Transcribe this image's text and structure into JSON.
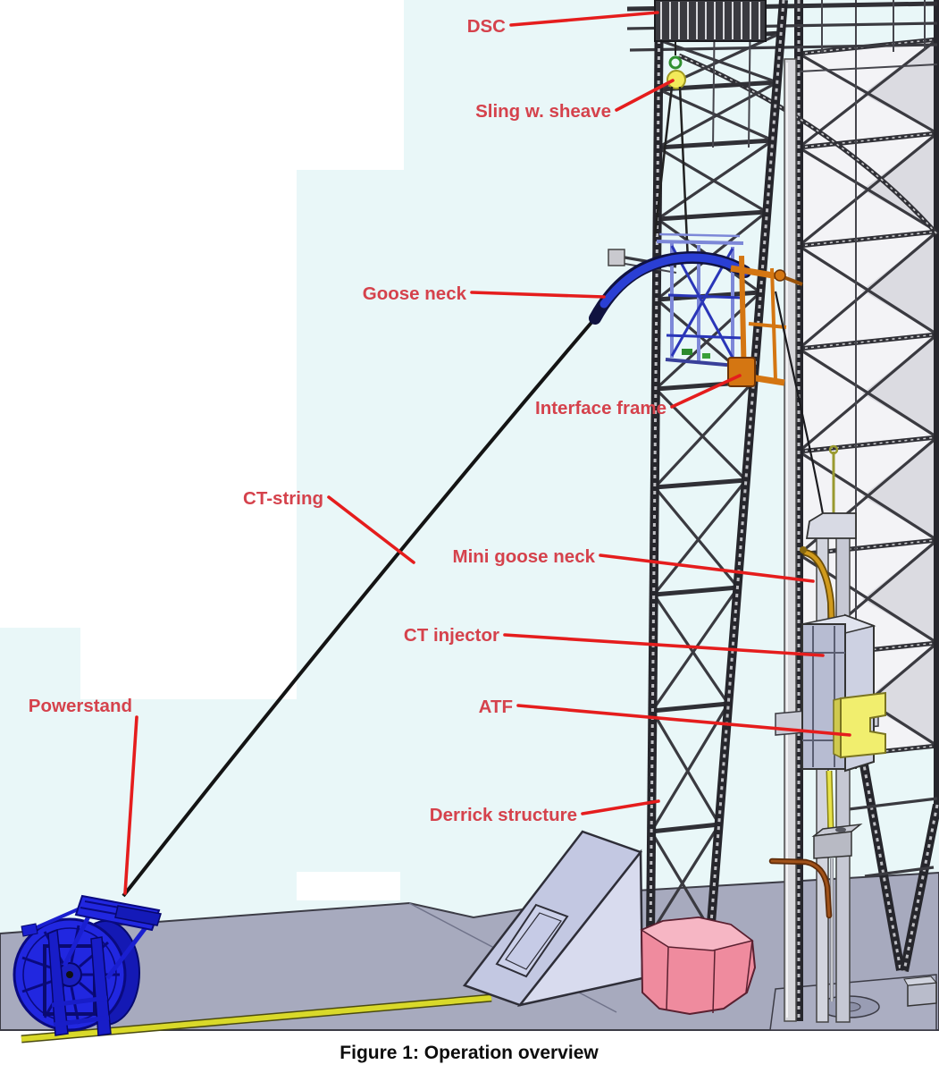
{
  "figure": {
    "caption": "Figure 1: Operation overview"
  },
  "labels": {
    "dsc": "DSC",
    "sling": "Sling w. sheave",
    "goose_neck": "Goose neck",
    "interface_frame": "Interface frame",
    "ct_string": "CT-string",
    "mini_goose_neck": "Mini goose neck",
    "ct_injector": "CT injector",
    "atf": "ATF",
    "powerstand": "Powerstand",
    "derrick_structure": "Derrick structure"
  },
  "colors": {
    "background_tint": "#e9f7f8",
    "label_text": "#d5424c",
    "leader_line": "#e51d1d",
    "ct_string_black": "#141414",
    "reel_blue": "#2127e0",
    "goose_neck_blue": "#2a3fd4",
    "interface_frame_orange": "#d47612",
    "atf_yellow": "#f1ee6e",
    "sheave_yellow": "#f2ea5a",
    "deck_gray": "#a7aabe",
    "wedge_lavender": "#c3c8e2",
    "pink_structure": "#ef8b9e",
    "deck_stripe_yellow": "#d9d92a"
  }
}
